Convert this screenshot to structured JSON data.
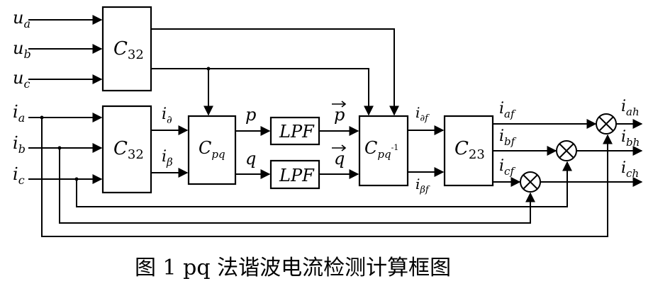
{
  "blocks": {
    "c32_top": {
      "main": "C",
      "sub": "32"
    },
    "c32_mid": {
      "main": "C",
      "sub": "32"
    },
    "cpq": {
      "main": "C",
      "sub": "pq"
    },
    "lpf_p": {
      "label": "LPF"
    },
    "lpf_q": {
      "label": "LPF"
    },
    "cpq_inv": {
      "main": "C",
      "sub": "pq",
      "sup": "-1"
    },
    "c23": {
      "main": "C",
      "sub": "23"
    }
  },
  "inputs": {
    "ua": {
      "main": "u",
      "sub": "a"
    },
    "ub": {
      "main": "u",
      "sub": "b"
    },
    "uc": {
      "main": "u",
      "sub": "c"
    },
    "ia": {
      "main": "i",
      "sub": "a"
    },
    "ib": {
      "main": "i",
      "sub": "b"
    },
    "ic": {
      "main": "i",
      "sub": "c"
    }
  },
  "signals": {
    "i_alpha": {
      "main": "i",
      "sub": "∂"
    },
    "i_beta": {
      "main": "i",
      "sub": "β"
    },
    "p": "p",
    "q": "q",
    "p_bar": "p",
    "q_bar": "q",
    "i_alpha_f": {
      "main": "i",
      "sub": "∂f"
    },
    "i_beta_f": {
      "main": "i",
      "sub": "βf"
    },
    "i_af": {
      "main": "i",
      "sub": "af"
    },
    "i_bf": {
      "main": "i",
      "sub": "bf"
    },
    "i_cf": {
      "main": "i",
      "sub": "cf"
    }
  },
  "outputs": {
    "iah": {
      "main": "i",
      "sub": "ah"
    },
    "ibh": {
      "main": "i",
      "sub": "bh"
    },
    "ich": {
      "main": "i",
      "sub": "ch"
    }
  },
  "caption": "图 1  pq 法谐波电流检测计算框图"
}
